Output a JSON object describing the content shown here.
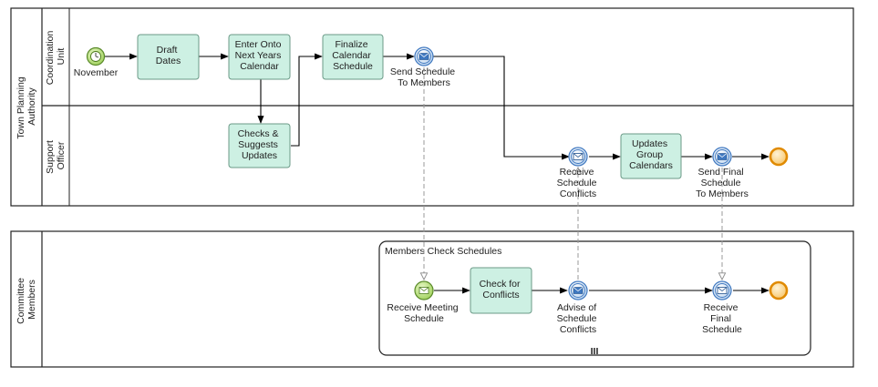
{
  "pools": {
    "town_planning": {
      "label": [
        "Town Planning",
        "Authority"
      ],
      "lanes": {
        "coordination": [
          "Coordination",
          "Unit"
        ],
        "support": [
          "Support",
          "Officer"
        ]
      }
    },
    "committee": {
      "label": [
        "Committee",
        "Members"
      ]
    }
  },
  "events": {
    "start_timer": [
      "November"
    ],
    "send_schedule": [
      "Send Schedule",
      "To Members"
    ],
    "receive_conflicts": [
      "Receive",
      "Schedule",
      "Conflicts"
    ],
    "send_final": [
      "Send Final",
      "Schedule",
      "To Members"
    ],
    "receive_meeting": [
      "Receive Meeting",
      "Schedule"
    ],
    "advise_conflicts": [
      "Advise of",
      "Schedule",
      "Conflicts"
    ],
    "receive_final": [
      "Receive",
      "Final",
      "Schedule"
    ]
  },
  "tasks": {
    "draft_dates": [
      "Draft",
      "Dates"
    ],
    "enter_calendar": [
      "Enter Onto",
      "Next Years",
      "Calendar"
    ],
    "finalize": [
      "Finalize",
      "Calendar",
      "Schedule"
    ],
    "checks_suggests": [
      "Checks &",
      "Suggests",
      "Updates"
    ],
    "updates_group": [
      "Updates",
      "Group",
      "Calendars"
    ],
    "check_conflicts": [
      "Check for",
      "Conflicts"
    ]
  },
  "subprocess": {
    "label": "Members Check Schedules",
    "marker": "III"
  },
  "colors": {
    "task_fill": "#cdf0e3",
    "task_stroke": "#6b9a87",
    "message_event": "#3f78c0",
    "start_event": "#8cc63f",
    "end_event": "#f5a623"
  }
}
